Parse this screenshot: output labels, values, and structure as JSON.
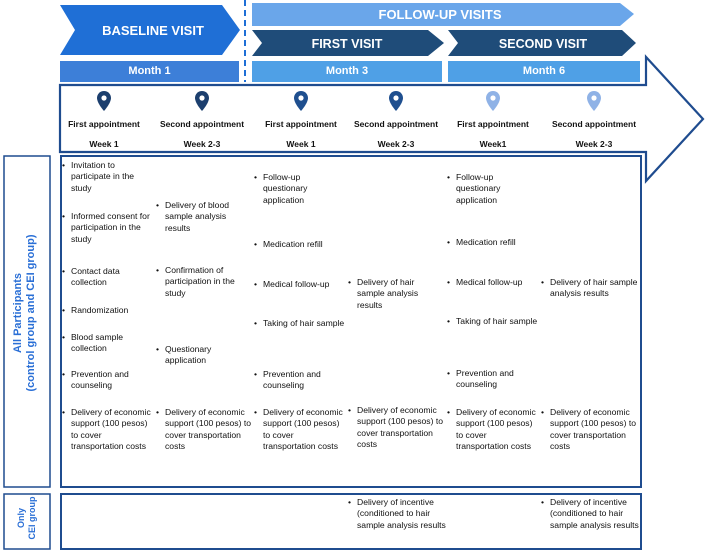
{
  "banners": {
    "baseline": "BASELINE VISIT",
    "followup": "FOLLOW-UP VISITS",
    "first_visit": "FIRST VISIT",
    "second_visit": "SECOND VISIT"
  },
  "months": [
    "Month 1",
    "Month 3",
    "Month 6"
  ],
  "appointments": [
    {
      "label": "First appointment",
      "week": "Week 1",
      "pin_color": "#1c3f6e"
    },
    {
      "label": "Second appointment",
      "week": "Week 2-3",
      "pin_color": "#1c3f6e"
    },
    {
      "label": "First appointment",
      "week": "Week 1",
      "pin_color": "#1f4f8f"
    },
    {
      "label": "Second appointment",
      "week": "Week 2-3",
      "pin_color": "#1f4f8f"
    },
    {
      "label": "First appointment",
      "week": "Week1",
      "pin_color": "#8fb2e6"
    },
    {
      "label": "Second appointment",
      "week": "Week 2-3",
      "pin_color": "#8fb2e6"
    }
  ],
  "rows": {
    "all_participants": "All Participants\n(control group and CEI group)",
    "only_cei": "Only\nCEI group"
  },
  "columns": [
    [
      "Invitation to participate in the study",
      "Informed consent for participation in the study",
      "Contact data collection",
      "Randomization",
      "Blood sample collection",
      "Prevention and counseling",
      "Delivery of economic support (100 pesos) to cover transportation costs"
    ],
    [
      "Delivery of blood sample analysis results",
      "Confirmation of participation in the study",
      "Questionary application",
      "Delivery of economic support (100 pesos) to cover transportation costs"
    ],
    [
      "Follow-up questionary application",
      "Medication refill",
      "Medical follow-up",
      "Taking of hair sample",
      "Prevention and counseling",
      "Delivery of economic support (100 pesos) to cover transportation costs"
    ],
    [
      "Delivery of hair sample analysis results",
      "Delivery of economic support (100 pesos) to cover transportation costs"
    ],
    [
      "Follow-up questionary application",
      "Medication refill",
      "Medical follow-up",
      "Taking of hair sample",
      "Prevention and counseling",
      "Delivery of economic support (100 pesos) to cover transportation costs"
    ],
    [
      "Delivery of hair sample analysis results",
      "Delivery of economic support (100 pesos) to cover transportation costs"
    ]
  ],
  "cei_items": {
    "col4": "Delivery of incentive (conditioned to hair sample analysis results",
    "col6": "Delivery of incentive (conditioned to hair sample analysis results"
  },
  "colors": {
    "baseline_arrow": "#1f6fd6",
    "followup_arrow": "#6aa6ea",
    "visit_arrow": "#1f4c79",
    "month_dark": "#3d7fd8",
    "month_light": "#4fa0e6",
    "border": "#1f4c8f"
  }
}
